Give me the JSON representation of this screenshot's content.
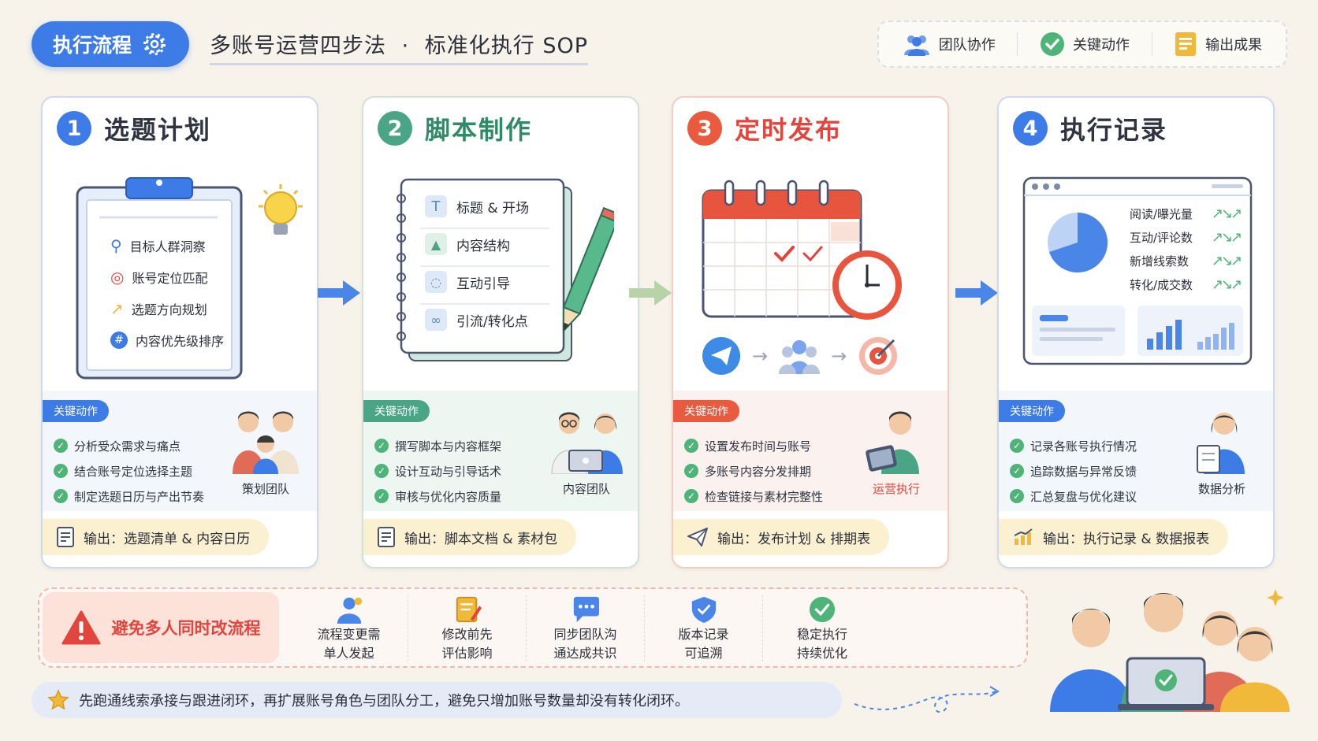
{
  "header": {
    "pill_label": "执行流程",
    "title": "多账号运营四步法",
    "dot": "·",
    "subtitle": "标准化执行 SOP",
    "legend": [
      {
        "label": "团队协作",
        "icon": "team-icon",
        "color": "#3d7be6"
      },
      {
        "label": "关键动作",
        "icon": "check-circle-icon",
        "color": "#4fb477"
      },
      {
        "label": "输出成果",
        "icon": "document-icon",
        "color": "#f1b93a"
      }
    ]
  },
  "steps": [
    {
      "num": "1",
      "title": "选题计划",
      "color": "#3d7be6",
      "items": [
        "目标人群洞察",
        "账号定位匹配",
        "选题方向规划",
        "内容优先级排序"
      ],
      "tag": "关键动作",
      "actions": [
        "分析受众需求与痛点",
        "结合账号定位选择主题",
        "制定选题日历与产出节奏"
      ],
      "team": "策划团队",
      "output": "输出：选题清单 & 内容日历"
    },
    {
      "num": "2",
      "title": "脚本制作",
      "color": "#4aa586",
      "items": [
        "标题 & 开场",
        "内容结构",
        "互动引导",
        "引流/转化点"
      ],
      "tag": "关键动作",
      "actions": [
        "撰写脚本与内容框架",
        "设计互动与引导话术",
        "审核与优化内容质量"
      ],
      "team": "内容团队",
      "output": "输出：脚本文档 & 素材包"
    },
    {
      "num": "3",
      "title": "定时发布",
      "color": "#ea5a3f",
      "tag": "关键动作",
      "actions": [
        "设置发布时间与账号",
        "多账号内容分发排期",
        "检查链接与素材完整性"
      ],
      "team": "运营执行",
      "output": "输出：发布计划 & 排期表"
    },
    {
      "num": "4",
      "title": "执行记录",
      "color": "#3d7be6",
      "metrics": [
        "阅读/曝光量",
        "互动/评论数",
        "新增线索数",
        "转化/成交数"
      ],
      "tag": "关键动作",
      "actions": [
        "记录各账号执行情况",
        "追踪数据与异常反馈",
        "汇总复盘与优化建议"
      ],
      "team": "数据分析",
      "output": "输出：执行记录 & 数据报表"
    }
  ],
  "warning": {
    "title": "避免多人同时改流程",
    "items": [
      {
        "line1": "流程变更需",
        "line2": "单人发起",
        "icon": "person-icon"
      },
      {
        "line1": "修改前先",
        "line2": "评估影响",
        "icon": "edit-doc-icon"
      },
      {
        "line1": "同步团队沟",
        "line2": "通达成共识",
        "icon": "chat-icon"
      },
      {
        "line1": "版本记录",
        "line2": "可追溯",
        "icon": "shield-icon"
      },
      {
        "line1": "稳定执行",
        "line2": "持续优化",
        "icon": "check-icon"
      }
    ]
  },
  "tip": "先跑通线索承接与跟进闭环，再扩展账号角色与团队分工，避免只增加账号数量却没有转化闭环。"
}
